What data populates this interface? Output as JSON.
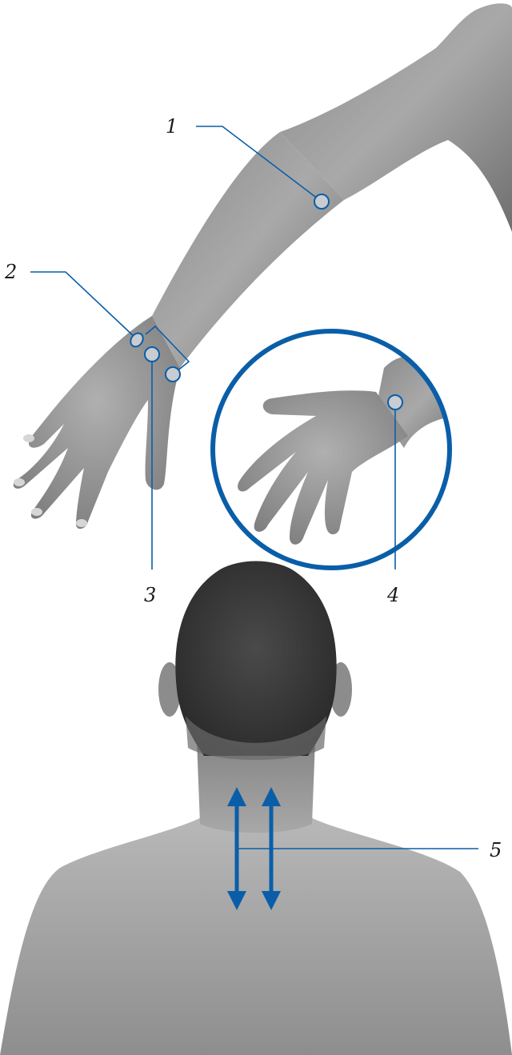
{
  "callouts": [
    {
      "id": "1",
      "label": "1"
    },
    {
      "id": "2",
      "label": "2"
    },
    {
      "id": "3",
      "label": "3"
    },
    {
      "id": "4",
      "label": "4"
    },
    {
      "id": "5",
      "label": "5"
    }
  ],
  "colors": {
    "accent": "#0a5ea8",
    "marker_fill": "#c9ccd0",
    "skin_dark": "#6b6b6b",
    "skin_light": "#b9b9b9",
    "hair": "#3a3a3a",
    "background": "#ffffff"
  }
}
